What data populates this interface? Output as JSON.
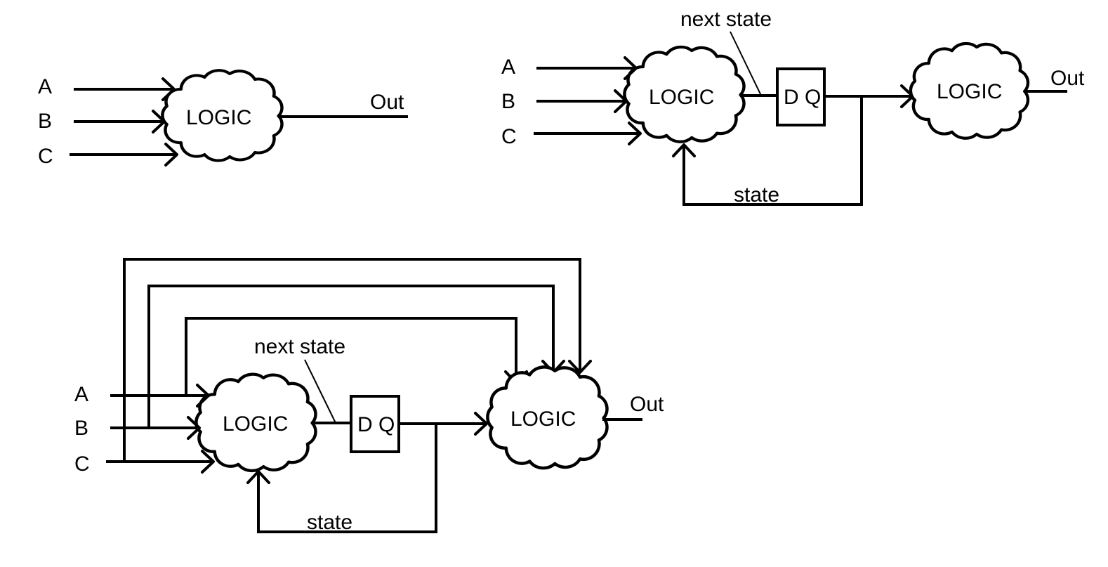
{
  "diagram1": {
    "inputs": [
      "A",
      "B",
      "C"
    ],
    "logic_label": "LOGIC",
    "output_label": "Out"
  },
  "diagram2": {
    "inputs": [
      "A",
      "B",
      "C"
    ],
    "logic1_label": "LOGIC",
    "next_state_label": "next state",
    "dff_label": "D Q",
    "state_label": "state",
    "logic2_label": "LOGIC",
    "output_label": "Out"
  },
  "diagram3": {
    "inputs": [
      "A",
      "B",
      "C"
    ],
    "logic1_label": "LOGIC",
    "next_state_label": "next state",
    "dff_label": "D Q",
    "state_label": "state",
    "logic2_label": "LOGIC",
    "output_label": "Out"
  }
}
